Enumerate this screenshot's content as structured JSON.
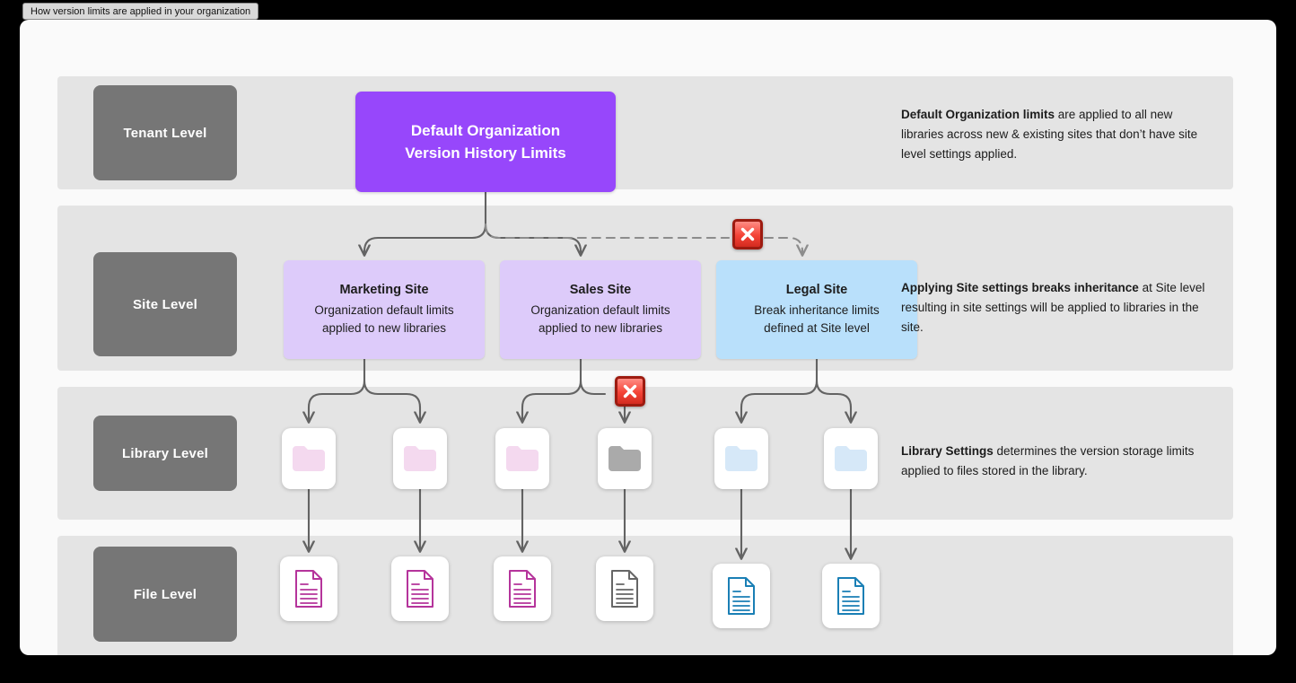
{
  "window": {
    "title": "How version limits are applied in your organization"
  },
  "diagram": {
    "levels": [
      {
        "id": "tenant",
        "label": "Tenant Level"
      },
      {
        "id": "site",
        "label": "Site Level"
      },
      {
        "id": "library",
        "label": "Library Level"
      },
      {
        "id": "file",
        "label": "File Level"
      }
    ],
    "tenant_node": {
      "line1": "Default Organization",
      "line2": "Version History Limits",
      "color": "#9747fb",
      "text_color": "#ffffff"
    },
    "sites": [
      {
        "id": "marketing",
        "title": "Marketing Site",
        "desc_line1": "Organization default limits",
        "desc_line2": "applied to new libraries",
        "color": "#ddcbfa",
        "inherits": true
      },
      {
        "id": "sales",
        "title": "Sales Site",
        "desc_line1": "Organization default limits",
        "desc_line2": "applied to new libraries",
        "color": "#ddcbfa",
        "inherits": true
      },
      {
        "id": "legal",
        "title": "Legal Site",
        "desc_line1": "Break inheritance limits",
        "desc_line2": "defined at Site level",
        "color": "#b9e0fb",
        "inherits": false
      }
    ],
    "libraries": [
      {
        "id": "lib-1",
        "folder_color": "#f4d9ef",
        "parent": "marketing",
        "inherits": true
      },
      {
        "id": "lib-2",
        "folder_color": "#f4d9ef",
        "parent": "marketing",
        "inherits": true
      },
      {
        "id": "lib-3",
        "folder_color": "#f4d9ef",
        "parent": "sales",
        "inherits": true
      },
      {
        "id": "lib-4",
        "folder_color": "#aaaaaa",
        "parent": "sales",
        "inherits": false
      },
      {
        "id": "lib-5",
        "folder_color": "#d6e8f8",
        "parent": "legal",
        "inherits": true
      },
      {
        "id": "lib-6",
        "folder_color": "#d6e8f8",
        "parent": "legal",
        "inherits": true
      }
    ],
    "files": [
      {
        "id": "file-1",
        "doc_color": "#b5349b",
        "parent": "lib-1"
      },
      {
        "id": "file-2",
        "doc_color": "#b5349b",
        "parent": "lib-2"
      },
      {
        "id": "file-3",
        "doc_color": "#b5349b",
        "parent": "lib-3"
      },
      {
        "id": "file-4",
        "doc_color": "#666666",
        "parent": "lib-4"
      },
      {
        "id": "file-5",
        "doc_color": "#1a7fb5",
        "parent": "lib-5"
      },
      {
        "id": "file-6",
        "doc_color": "#1a7fb5",
        "parent": "lib-6"
      }
    ],
    "break_markers": [
      {
        "id": "x-site",
        "icon": "red-x-icon",
        "breaks": "tenant-to-legal-site"
      },
      {
        "id": "x-lib",
        "icon": "red-x-icon",
        "breaks": "sales-site-to-library-4"
      }
    ],
    "notes": {
      "tenant": {
        "bold": "Default Organization limits",
        "rest": " are applied to all new libraries across new & existing sites that don’t have site level settings applied."
      },
      "site": {
        "bold": "Applying Site settings breaks inheritance",
        "rest": " at Site level resulting in site settings will be applied to libraries in the site."
      },
      "library": {
        "bold": "Library Settings",
        "rest": " determines the version storage limits applied to files stored in the library."
      }
    },
    "colors": {
      "canvas": "#fafafa",
      "band": "#e4e4e4",
      "level_label": "#767676",
      "connector": "#636363",
      "break_marker": "#d32b20"
    }
  }
}
